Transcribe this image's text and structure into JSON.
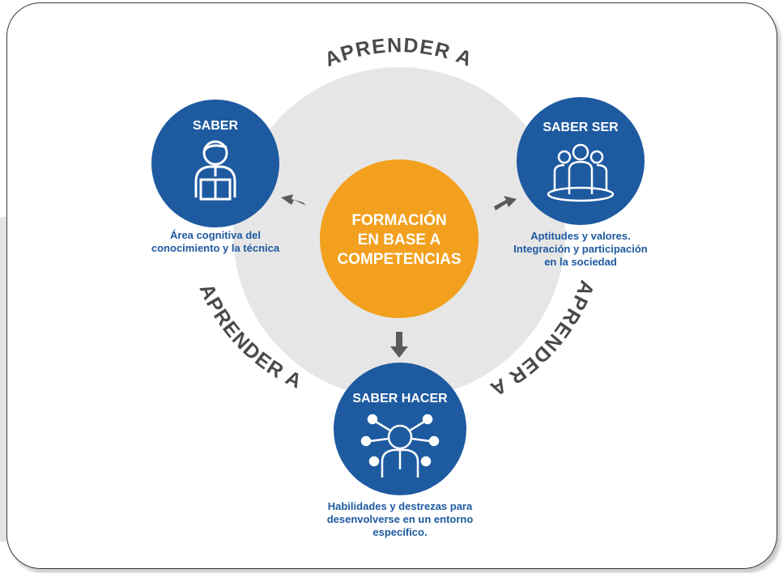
{
  "arc_labels": {
    "top": "APRENDER A",
    "left": "APRENDER A",
    "right": "APRENDER A"
  },
  "center": {
    "lines": [
      "FORMACIÓN",
      "EN BASE A",
      "COMPETENCIAS"
    ]
  },
  "saber": {
    "title": "SABER",
    "icon": "person-reading-book-icon",
    "desc": [
      "Área cognitiva del",
      "conocimiento y la técnica"
    ]
  },
  "saber_ser": {
    "title": "SABER SER",
    "icon": "group-of-people-icon",
    "desc": [
      "Aptitudes y valores.",
      "Integración y participación",
      "en la sociedad"
    ]
  },
  "saber_hacer": {
    "title": "SABER HACER",
    "icon": "person-network-skills-icon",
    "desc": [
      "Habilidades y destrezas para",
      "desenvolverse en un entorno",
      "específico."
    ]
  },
  "colors": {
    "blue": "#1e5aa0",
    "orange": "#f2a01e",
    "ring": "#e6e6e6",
    "arrow": "#5a5a5a",
    "arc_text": "#4a4a4a"
  }
}
